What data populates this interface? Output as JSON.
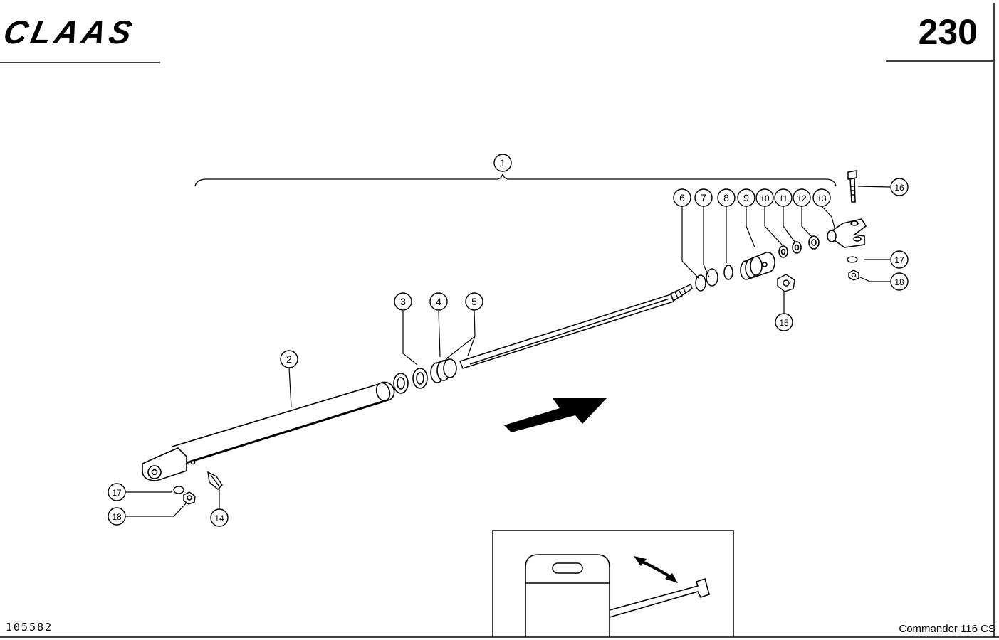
{
  "header": {
    "brand": "CLAAS",
    "page_number": "230"
  },
  "footer": {
    "document_number": "105582",
    "model": "Commandor 116 CS"
  },
  "callouts": [
    {
      "id": "c1",
      "label": "1"
    },
    {
      "id": "c2",
      "label": "2"
    },
    {
      "id": "c3",
      "label": "3"
    },
    {
      "id": "c4",
      "label": "4"
    },
    {
      "id": "c5",
      "label": "5"
    },
    {
      "id": "c6",
      "label": "6"
    },
    {
      "id": "c7",
      "label": "7"
    },
    {
      "id": "c8",
      "label": "8"
    },
    {
      "id": "c9",
      "label": "9"
    },
    {
      "id": "c10",
      "label": "10"
    },
    {
      "id": "c11",
      "label": "11"
    },
    {
      "id": "c12",
      "label": "12"
    },
    {
      "id": "c13",
      "label": "13"
    },
    {
      "id": "c14",
      "label": "14"
    },
    {
      "id": "c15",
      "label": "15"
    },
    {
      "id": "c16",
      "label": "16"
    },
    {
      "id": "c17a",
      "label": "17"
    },
    {
      "id": "c17b",
      "label": "17"
    },
    {
      "id": "c18a",
      "label": "18"
    },
    {
      "id": "c18b",
      "label": "18"
    }
  ]
}
